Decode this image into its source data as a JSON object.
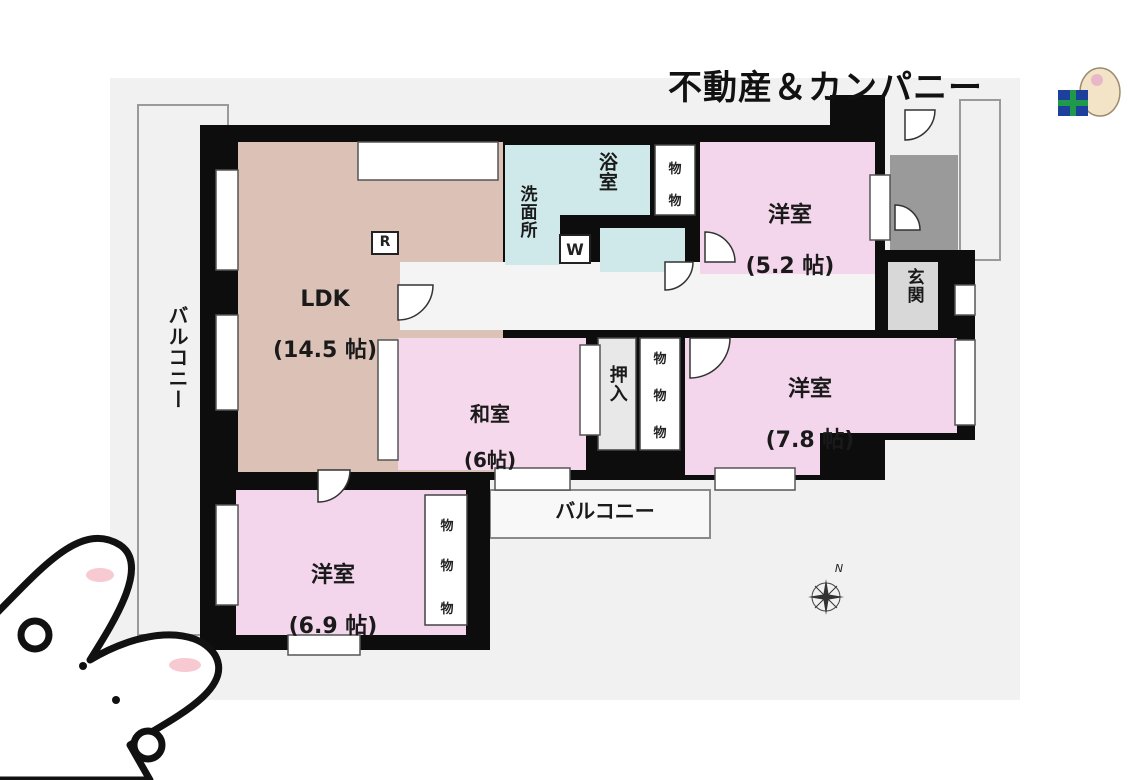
{
  "company": "不動産＆カンパニー",
  "rooms": {
    "ldk": {
      "name": "LDK",
      "size": "(14.5 帖)"
    },
    "western1": {
      "name": "洋室",
      "size": "(5.2 帖)"
    },
    "western2": {
      "name": "洋室",
      "size": "(7.8 帖)"
    },
    "western3": {
      "name": "洋室",
      "size": "(6.9 帖)"
    },
    "japanese": {
      "name": "和室",
      "size": "(6帖)"
    },
    "bath": "浴室",
    "washroom": "洗面所",
    "entrance": "玄関",
    "oshiire": "押入"
  },
  "storage": "物",
  "washer": "W",
  "fridge": "R",
  "balcony": "バルコニー",
  "compass": "N",
  "colors": {
    "ldk": "#dcc2b6",
    "western": "#f4d6ec",
    "japanese": "#f6d8ec",
    "bath": "#cfe9ea",
    "corridor": "#f4f4f4",
    "wall": "#0d0d0d",
    "outer": "#f1f1f1"
  }
}
